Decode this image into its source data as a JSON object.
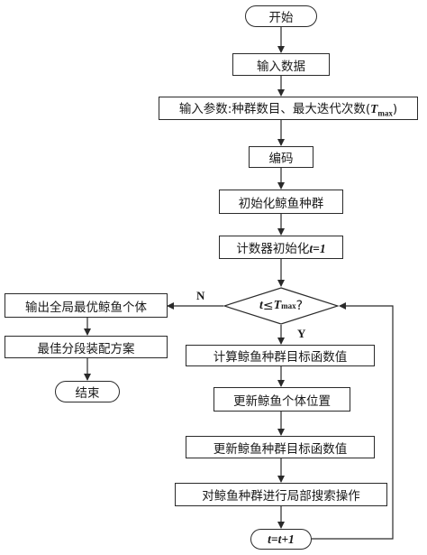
{
  "flow": {
    "start": "开始",
    "input_data": "输入数据",
    "input_params_prefix": "输入参数:种群数目、最大迭代次数(",
    "tmax_var": "T",
    "tmax_sub": "max",
    "input_params_suffix": ")",
    "encode": "编码",
    "init_population": "初始化鲸鱼种群",
    "counter_init_prefix": "计数器初始化",
    "counter_init_expr": "t=1",
    "decision_var": "t",
    "decision_op": "≤",
    "decision_T": "T",
    "decision_sub": "max",
    "decision_q": "?",
    "calc_objective": "计算鲸鱼种群目标函数值",
    "update_position": "更新鲸鱼个体位置",
    "update_objective": "更新鲸鱼种群目标函数值",
    "local_search": "对鲸鱼种群进行局部搜索操作",
    "increment": "t=t+1",
    "output_best": "输出全局最优鲸鱼个体",
    "best_plan": "最佳分段装配方案",
    "end": "结束",
    "label_no": "N",
    "label_yes": "Y"
  }
}
